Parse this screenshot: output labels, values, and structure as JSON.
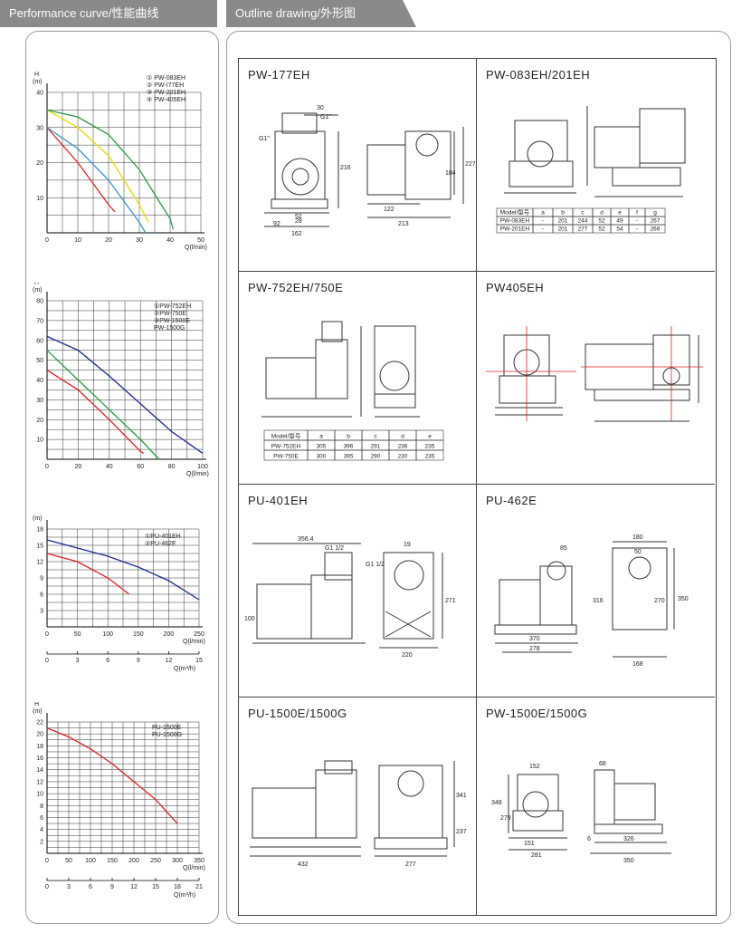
{
  "headers": {
    "performance": "Performance curve/性能曲线",
    "outline": "Outline drawing/外形图"
  },
  "chart_data": [
    {
      "type": "line",
      "ylabel": "H\n(m)",
      "xlabel": "Q(l/min)",
      "xlim": [
        0,
        50
      ],
      "ylim": [
        0,
        40
      ],
      "xticks": [
        0,
        10,
        20,
        30,
        40,
        50
      ],
      "yticks": [
        10,
        20,
        30,
        40
      ],
      "legend": [
        "① PW-083EH",
        "② PW-I77EH",
        "③ PW-201EH",
        "④ PW-405EH"
      ],
      "series": [
        {
          "name": "①",
          "color": "#e02020",
          "x": [
            0,
            10,
            20,
            22
          ],
          "y": [
            30,
            20,
            8,
            6
          ]
        },
        {
          "name": "②",
          "color": "#3a8fd8",
          "x": [
            0,
            10,
            20,
            30,
            32
          ],
          "y": [
            30,
            24,
            15,
            3,
            0
          ]
        },
        {
          "name": "③",
          "color": "#e8d800",
          "x": [
            0,
            10,
            20,
            30,
            33
          ],
          "y": [
            35,
            30,
            22,
            8,
            3
          ]
        },
        {
          "name": "④",
          "color": "#2a9a40",
          "x": [
            0,
            10,
            20,
            30,
            40,
            41
          ],
          "y": [
            35,
            33,
            28,
            18,
            4,
            1
          ]
        }
      ]
    },
    {
      "type": "line",
      "ylabel": "H\n(m)",
      "xlabel": "Q(l/min)",
      "xlim": [
        0,
        100
      ],
      "ylim": [
        0,
        80
      ],
      "xticks": [
        0,
        20,
        40,
        60,
        80,
        100
      ],
      "yticks": [
        10,
        20,
        30,
        40,
        50,
        60,
        70,
        80
      ],
      "legend": [
        "①PW-752EH",
        "②PW-750E",
        "③PW-1500E",
        "PW-1500G"
      ],
      "series": [
        {
          "name": "①",
          "color": "#e02020",
          "x": [
            0,
            20,
            40,
            60,
            62
          ],
          "y": [
            45,
            35,
            20,
            4,
            3
          ]
        },
        {
          "name": "②",
          "color": "#2a9a40",
          "x": [
            0,
            20,
            40,
            60,
            72
          ],
          "y": [
            55,
            40,
            25,
            10,
            0
          ]
        },
        {
          "name": "③",
          "color": "#1a2a90",
          "x": [
            0,
            20,
            40,
            60,
            80,
            100
          ],
          "y": [
            62,
            55,
            42,
            28,
            14,
            3
          ]
        }
      ]
    },
    {
      "type": "line",
      "ylabel": "H\n(m)",
      "xlabel": "Q(l/min)",
      "x2label": "Q(m³/h)",
      "xlim": [
        0,
        250
      ],
      "ylim": [
        0,
        18
      ],
      "xticks": [
        0,
        50,
        100,
        150,
        200,
        250
      ],
      "x2ticks": [
        0,
        3,
        6,
        9,
        12,
        15
      ],
      "yticks": [
        3,
        6,
        9,
        12,
        15,
        18
      ],
      "legend": [
        "①PU-401EH",
        "②PU-462E"
      ],
      "series": [
        {
          "name": "①",
          "color": "#e02020",
          "x": [
            0,
            50,
            100,
            135
          ],
          "y": [
            13.5,
            12,
            9,
            6
          ]
        },
        {
          "name": "②",
          "color": "#1a2a90",
          "x": [
            0,
            50,
            100,
            150,
            200,
            250
          ],
          "y": [
            16,
            14.5,
            13,
            11,
            8.5,
            5
          ]
        }
      ]
    },
    {
      "type": "line",
      "ylabel": "H\n(m)",
      "xlabel": "Q(l/min)",
      "x2label": "Q(m³/h)",
      "xlim": [
        0,
        350
      ],
      "ylim": [
        0,
        22
      ],
      "xticks": [
        0,
        50,
        100,
        150,
        200,
        250,
        300,
        350
      ],
      "x2ticks": [
        0,
        3,
        6,
        9,
        12,
        15,
        18,
        21
      ],
      "yticks": [
        2,
        4,
        6,
        8,
        10,
        12,
        14,
        16,
        18,
        20,
        22
      ],
      "legend": [
        "PU-1500E",
        "PU-1500G"
      ],
      "series": [
        {
          "name": "",
          "color": "#e02020",
          "x": [
            0,
            50,
            100,
            150,
            200,
            250,
            300
          ],
          "y": [
            21,
            19.5,
            17.5,
            15,
            12,
            9,
            5
          ]
        }
      ]
    }
  ],
  "outline": {
    "pw177": "PW-177EH",
    "pw083": "PW-083EH/201EH",
    "pw752": "PW-752EH/750E",
    "pw405": "PW405EH",
    "pu401": "PU-401EH",
    "pu462": "PU-462E",
    "pu1500a": "PU-1500E/1500G",
    "pw1500b": "PW-1500E/1500G"
  },
  "table083": {
    "headers": [
      "Model/型号",
      "a",
      "b",
      "c",
      "d",
      "e",
      "f",
      "g"
    ],
    "rows": [
      [
        "PW-083EH",
        "-",
        "201",
        "244",
        "52",
        "49",
        "-",
        "267"
      ],
      [
        "PW-201EH",
        "-",
        "201",
        "277",
        "52",
        "54",
        "-",
        "266"
      ]
    ]
  },
  "table752": {
    "headers": [
      "Model/型号",
      "a",
      "b",
      "c",
      "d",
      "e"
    ],
    "rows": [
      [
        "PW-752EH",
        "305",
        "396",
        "291",
        "236",
        "235"
      ],
      [
        "PW-750E",
        "300",
        "395",
        "290",
        "230",
        "235"
      ]
    ]
  },
  "dims": {
    "pw177": [
      "30",
      "G1\"",
      "G1\"",
      "216",
      "52",
      "28",
      "92",
      "162",
      "122",
      "184",
      "227",
      "213"
    ],
    "pu401": [
      "356.4",
      "G1 1/2",
      "G1 1/2",
      "19",
      "271",
      "100",
      "220"
    ],
    "pu462": [
      "85",
      "180",
      "50",
      "316",
      "270",
      "350",
      "370",
      "278",
      "168"
    ],
    "pu1500a": [
      "341",
      "237",
      "432",
      "277"
    ],
    "pw1500b": [
      "152",
      "68",
      "348",
      "279",
      "151",
      "281",
      "6",
      "326",
      "350"
    ]
  }
}
